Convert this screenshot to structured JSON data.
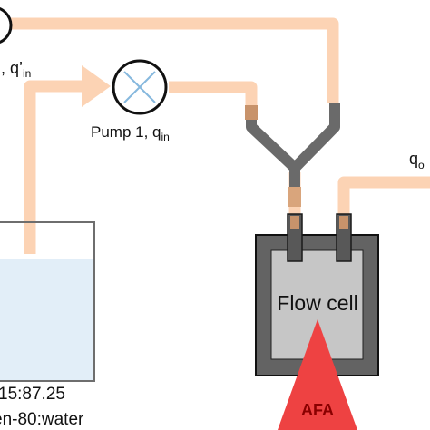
{
  "labels": {
    "pump2_prefix": ", q’",
    "pump2_sub": "in",
    "pump1_prefix": "Pump 1, q",
    "pump1_sub": "in",
    "outflow_prefix": "q",
    "outflow_sub": "o",
    "ratio_text": "15:87.25",
    "composition_text": "en-80:water",
    "flow_cell": "Flow cell",
    "afa": "AFA"
  },
  "colors": {
    "tubing": "#fcd3b4",
    "connector": "#c8936b",
    "y_junction": "#6a6a6a",
    "cell_outer": "#636363",
    "cell_inner": "#c6c6c6",
    "liquid": "#e2eef8",
    "afa_cone": "#ee4242",
    "afa_text": "#8a0000",
    "pump_cross": "#86b8de"
  }
}
